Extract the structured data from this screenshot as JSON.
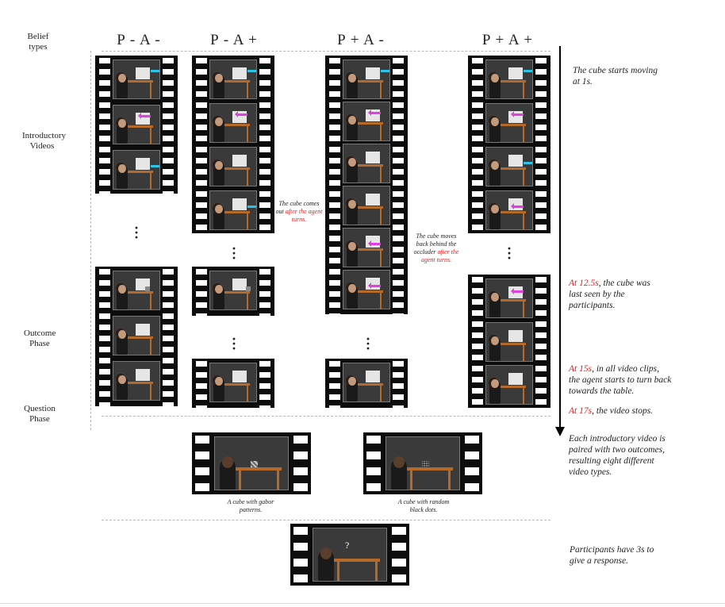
{
  "row_labels": {
    "belief_types": "Belief types",
    "introductory": "Introductory Videos",
    "outcome": "Outcome Phase",
    "question": "Question Phase"
  },
  "columns": [
    "P - A -",
    "P - A +",
    "P + A -",
    "P + A +"
  ],
  "timeline": {
    "start": "The cube starts moving at 1s.",
    "t125_time": "At 12.5s",
    "t125_rest": ", the cube was last seen by the participants.",
    "t15_time": "At 15s",
    "t15_rest": ", in all video clips, the agent starts to turn back towards the table.",
    "t17_time": "At 17s",
    "t17_rest": ", the video stops.",
    "pairing": "Each introductory video is paired with two outcomes, resulting eight different video types.",
    "response": "Participants have 3s to give a response."
  },
  "annotations": {
    "pa_plus_pre": "The cube comes out ",
    "pa_plus_red": "after the agent turns.",
    "pplus_a_pre": "The cube moves back behind the occluder ",
    "pplus_a_red": "after the agent turns."
  },
  "captions": {
    "gabor": "A cube with gabor patterns.",
    "dots": "A cube with random black dots."
  },
  "question_mark": "?",
  "colors": {
    "arrow_right": "#2bc4e6",
    "arrow_left": "#e040e0",
    "highlight": "#e02020",
    "table": "#b5692a"
  }
}
